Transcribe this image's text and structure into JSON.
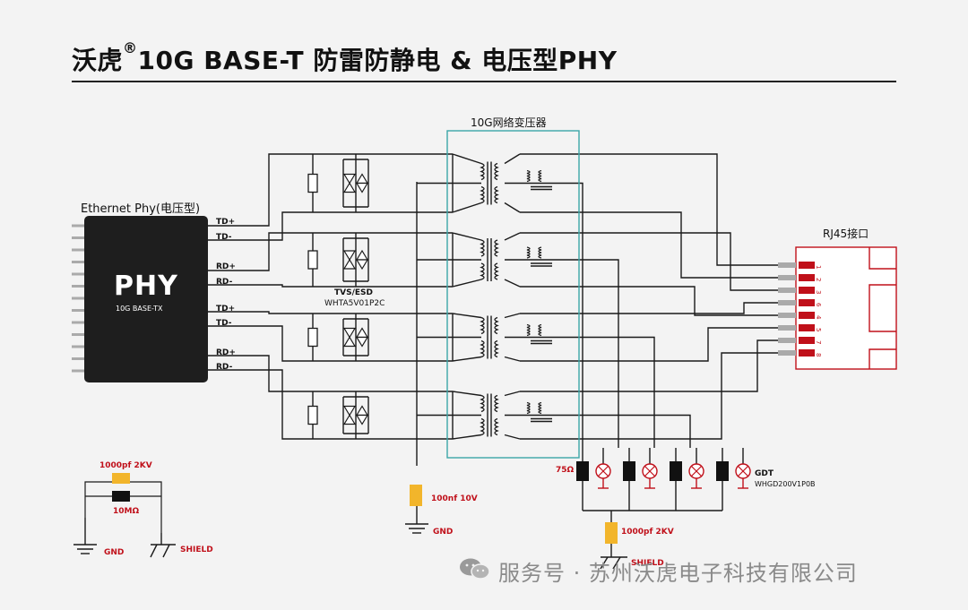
{
  "title": {
    "brand": "沃虎",
    "reg": "®",
    "rest": "10G BASE-T 防雷防静电 & 电压型PHY"
  },
  "transformer_label": "10G网络变压器",
  "phy": {
    "caption": "Ethernet Phy(电压型)",
    "chip_text": "PHY",
    "chip_sub": "10G BASE-TX"
  },
  "pins": [
    "TD+",
    "TD-",
    "RD+",
    "RD-",
    "TD+",
    "TD-",
    "RD+",
    "RD-"
  ],
  "tvs": {
    "label": "TVS/ESD",
    "part": "WHTA5V01P2C"
  },
  "rj45": {
    "label": "RJ45接口",
    "pins": [
      "1",
      "2",
      "3",
      "6",
      "4",
      "5",
      "7",
      "8"
    ]
  },
  "resistor_75": "75Ω",
  "gdt": {
    "label": "GDT",
    "part": "WHGD200V1P0B"
  },
  "cap_center": "100nf 10V",
  "cap_bottom": "1000pf 2KV",
  "gnd": "GND",
  "shield": "SHIELD",
  "legend": {
    "cap": "1000pf 2KV",
    "res": "10MΩ",
    "gnd": "GND",
    "shield": "SHIELD"
  },
  "footer": "服务号 · 苏州沃虎电子科技有限公司",
  "colors": {
    "wire": "#1a1a1a",
    "transformer_box": "#3aa6a8",
    "red": "#c0101a",
    "cap": "#f2b52b",
    "chip": "#1e1e1e"
  }
}
